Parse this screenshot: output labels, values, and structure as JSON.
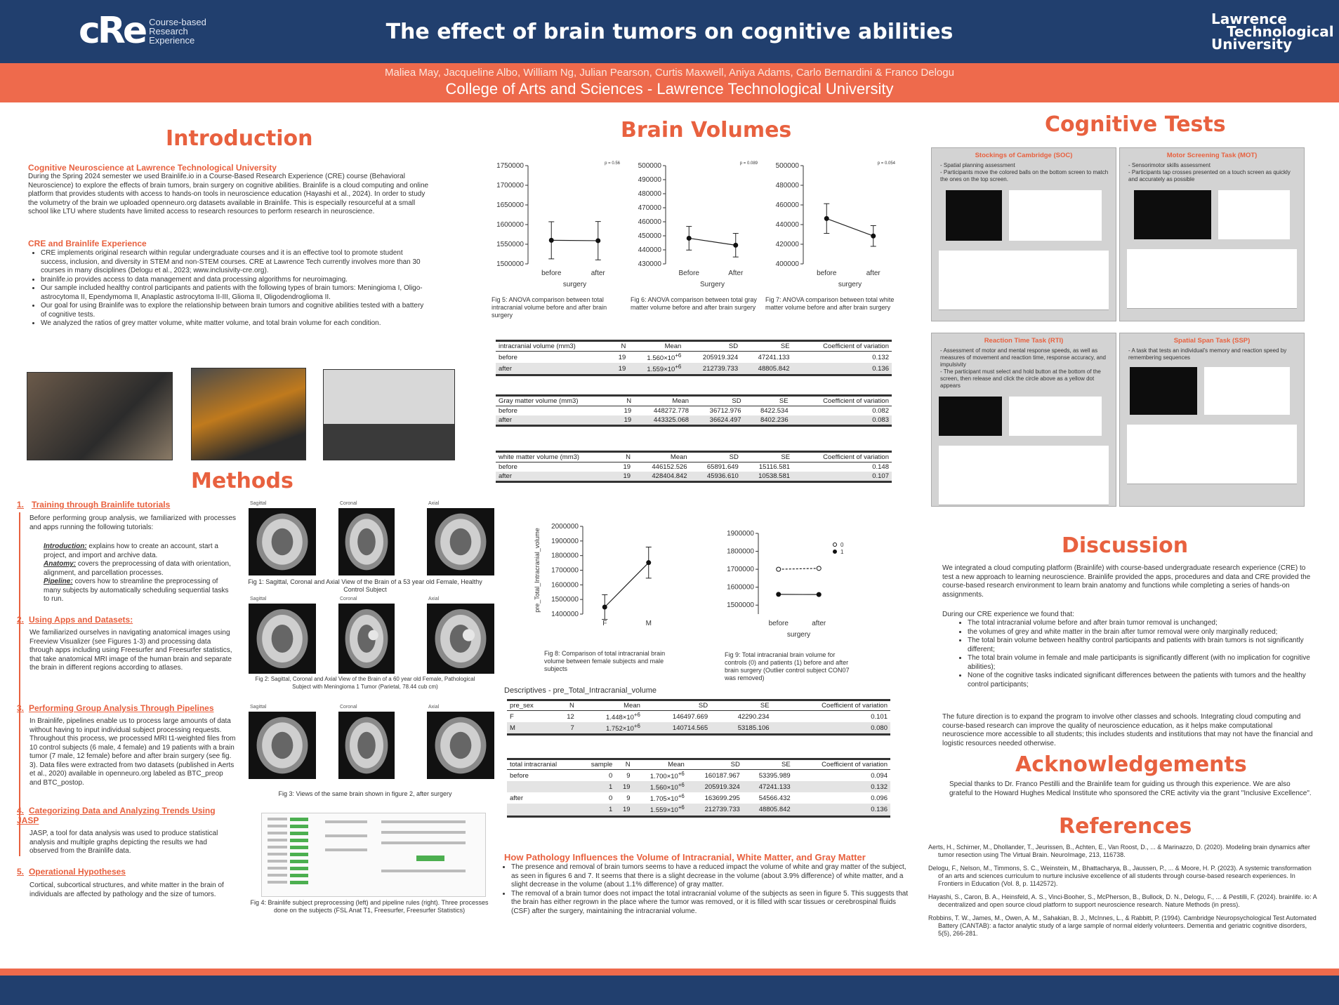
{
  "header": {
    "logo_text": "cRe",
    "logo_sub": [
      "Course-based",
      "Research",
      "Experience"
    ],
    "title": "The effect of brain tumors on cognitive abilities",
    "university_logo": [
      "Lawrence",
      "Technological",
      "University"
    ],
    "authors": "Maliea May, Jacqueline Albo, William Ng, Julian Pearson, Curtis Maxwell, Aniya Adams, Carlo Bernardini & Franco Delogu",
    "college": "College of Arts and Sciences - Lawrence Technological University"
  },
  "colors": {
    "navy": "#213f6e",
    "orange": "#ee6a4c",
    "heading": "#e8613f"
  },
  "introduction": {
    "title": "Introduction",
    "sub1": "Cognitive Neuroscience at Lawrence Technological University",
    "para1": "During the Spring 2024 semester we used Brainlife.io in a Course-Based Research Experience (CRE) course (Behavioral Neuroscience) to explore the effects of brain tumors, brain surgery on cognitive abilities. Brainlife is a cloud computing and online platform that provides students with access to hands-on tools in neuroscience education (Hayashi et al., 2024). In order to study the volumetry of the brain we uploaded openneuro.org datasets available in Brainlife. This is especially resourceful at a small school like LTU where students have limited access to research resources to perform research in neuroscience.",
    "sub2": "CRE and Brainlife Experience",
    "bullets": [
      "CRE implements original research within regular undergraduate courses and it is an effective tool to promote student success, inclusion, and diversity in STEM and non-STEM courses. CRE at Lawrence Tech currently involves more than 30 courses in many disciplines (Delogu et al., 2023; www.inclusivity-cre.org).",
      "brainlife.io provides access to data management and data processing algorithms for neuroimaging.",
      "Our sample included healthy control participants and patients with the following types of brain tumors: Meningioma I, Oligo-astrocytoma II, Ependymoma II, Anaplastic astrocytoma II-III, Glioma II, Oligodendroglioma II.",
      "Our goal for using Brainlife was to explore the relationship between brain tumors and cognitive abilities tested with a battery of cognitive tests.",
      "We analyzed the ratios of grey matter volume, white matter volume, and total brain volume for each condition."
    ]
  },
  "methods": {
    "title": "Methods",
    "steps": [
      {
        "n": "1.",
        "h": "Training through Brainlife tutorials"
      },
      {
        "n": "2.",
        "h": "Using Apps and Datasets:"
      },
      {
        "n": "3.",
        "h": "Performing Group Analysis Through Pipelines"
      },
      {
        "n": "4.",
        "h": "Categorizing Data and Analyzing Trends Using JASP"
      },
      {
        "n": "5.",
        "h": "Operational Hypotheses"
      }
    ],
    "step1_intro": "Before performing group analysis, we familiarized with processes and apps running the following tutorials:",
    "step1_items": [
      {
        "k": "Introduction:",
        "v": " explains how to create an account, start a project, and import and archive data."
      },
      {
        "k": "Anatomy:",
        "v": " covers the preprocessing of data with orientation, alignment, and parcellation processes."
      },
      {
        "k": "Pipeline:",
        "v": " covers how to streamline the preprocessing of many subjects by automatically scheduling sequential tasks to run."
      }
    ],
    "step2_text": "We familiarized ourselves in navigating anatomical images using Freeview Visualizer (see Figures 1-3) and processing data through apps including using Freesurfer and Freesurfer statistics, that take anatomical MRI image of the human brain and separate the brain in different regions according to atlases.",
    "step3_text": "In Brainlife, pipelines enable us to process large amounts of data without having to input individual subject processing requests. Throughout this process, we processed MRI t1-weighted files from 10 control subjects (6 male, 4 female) and 19 patients with a brain tumor (7 male, 12 female) before and after brain surgery (see fig. 3). Data files were extracted from two datasets (published in Aerts et al., 2020) available in openneuro.org labeled as BTC_preop and BTC_postop.",
    "step4_text": "JASP, a tool for data analysis was used to produce statistical analysis and multiple graphs depicting the results we had observed from the Brainlife data.",
    "step5_text": "Cortical, subcortical structures, and white matter in the brain of individuals are affected by pathology and the size of tumors.",
    "mri_labels": [
      "Sagittal",
      "Coronal",
      "Axial"
    ],
    "fig1": "Fig 1: Sagittal, Coronal and Axial View of the Brain of a 53 year old Female, Healthy Control Subject",
    "fig2": "Fig 2: Sagittal, Coronal and Axial View of the Brain of a 60 year old Female, Pathological Subject with Meningioma 1 Tumor (Parietal, 78.44 cub cm)",
    "fig3": "Fig 3: Views of the same brain shown in figure 2, after surgery",
    "fig4": "Fig 4: Brainlife subject preprocessing (left) and pipeline rules (right). Three processes done on the subjects (FSL Anat T1, Freesurfer, Freesurfer Statistics)"
  },
  "brain_volumes": {
    "title": "Brain Volumes",
    "fig5": "Fig 5: ANOVA comparison between total intracranial volume before and after brain surgery",
    "fig6": "Fig 6: ANOVA comparison between total gray matter volume before and after brain surgery",
    "fig7": "Fig 7: ANOVA comparison between total white matter volume before and after brain surgery",
    "fig8": "Fig 8: Comparison of total intracranial brain volume between female subjects and male subjects",
    "fig9": "Fig 9: Total intracranial brain volume for controls (0) and patients (1) before and after brain surgery (Outlier control subject CON07 was removed)",
    "tables": [
      {
        "header": [
          "intracranial volume (mm3)",
          "N",
          "Mean",
          "SD",
          "SE",
          "Coefficient of variation"
        ],
        "rows": [
          [
            "before",
            "19",
            "1.560×10",
            "+6",
            "205919.324",
            "47241.133",
            "0.132"
          ],
          [
            "after",
            "19",
            "1.559×10",
            "+6",
            "212739.733",
            "48805.842",
            "0.136"
          ]
        ]
      },
      {
        "header": [
          "Gray matter volume (mm3)",
          "N",
          "Mean",
          "SD",
          "SE",
          "Coefficient of variation"
        ],
        "rows": [
          [
            "before",
            "19",
            "448272.778",
            "",
            "36712.976",
            "8422.534",
            "0.082"
          ],
          [
            "after",
            "19",
            "443325.068",
            "",
            "36624.497",
            "8402.236",
            "0.083"
          ]
        ]
      },
      {
        "header": [
          "white matter volume (mm3)",
          "N",
          "Mean",
          "SD",
          "SE",
          "Coefficient of variation"
        ],
        "rows": [
          [
            "before",
            "19",
            "446152.526",
            "",
            "65891.649",
            "15116.581",
            "0.148"
          ],
          [
            "after",
            "19",
            "428404.842",
            "",
            "45936.610",
            "10538.581",
            "0.107"
          ]
        ]
      }
    ],
    "desc_title": "Descriptives - pre_Total_Intracranial_volume",
    "desc_header": [
      "pre_sex",
      "N",
      "Mean",
      "SD",
      "SE",
      "Coefficient of variation"
    ],
    "desc_rows": [
      [
        "F",
        "12",
        "1.448×10",
        "+6",
        "146497.669",
        "42290.234",
        "0.101"
      ],
      [
        "M",
        "7",
        "1.752×10",
        "+6",
        "140714.565",
        "53185.106",
        "0.080"
      ]
    ],
    "total_header": [
      "total intracranial",
      "sample",
      "N",
      "Mean",
      "SD",
      "SE",
      "Coefficient of variation"
    ],
    "total_rows": [
      [
        "before",
        "0",
        "9",
        "1.700×10",
        "+6",
        "160187.967",
        "53395.989",
        "0.094"
      ],
      [
        "",
        "1",
        "19",
        "1.560×10",
        "+6",
        "205919.324",
        "47241.133",
        "0.132"
      ],
      [
        "after",
        "0",
        "9",
        "1.705×10",
        "+6",
        "163699.295",
        "54566.432",
        "0.096"
      ],
      [
        "",
        "1",
        "19",
        "1.559×10",
        "+6",
        "212739.733",
        "48805.842",
        "0.136"
      ]
    ],
    "pathology_title": "How Pathology Influences the Volume of Intracranial, White Matter, and Gray Matter",
    "pathology_bullets": [
      "The presence and removal of brain tumors seems to have a reduced impact the volume of white and gray matter of the subject, as seen in figures 6 and 7. It seems that there is a slight decrease in the volume (about 3.9% difference) of white matter, and a slight decrease in the volume (about 1.1% difference) of gray matter.",
      "The removal of a brain tumor does not impact the total intracranial volume of the subjects as seen in figure 5. This suggests that the brain has either regrown in the place where the tumor was removed, or it is filled with scar tissues or cerebrospinal fluids (CSF) after the surgery, maintaining the intracranial volume."
    ]
  },
  "chart_data": [
    {
      "type": "line",
      "id": "fig5",
      "title": "",
      "x": [
        "before",
        "after"
      ],
      "values": [
        1560000,
        1559000
      ],
      "err": [
        47241,
        48806
      ],
      "ylim": [
        1500000,
        1750000
      ],
      "yticks": [
        "1750000",
        "1700000",
        "1650000",
        "1600000",
        "1550000",
        "1500000"
      ],
      "xlabel": "surgery",
      "annotation": "p = 0.56"
    },
    {
      "type": "line",
      "id": "fig6",
      "title": "",
      "x": [
        "Before",
        "After"
      ],
      "values": [
        448273,
        443325
      ],
      "err": [
        8423,
        8402
      ],
      "ylim": [
        430000,
        500000
      ],
      "yticks": [
        "500000",
        "490000",
        "480000",
        "470000",
        "460000",
        "450000",
        "440000",
        "430000"
      ],
      "xlabel": "Surgery",
      "annotation": "p = 0.089"
    },
    {
      "type": "line",
      "id": "fig7",
      "title": "",
      "x": [
        "before",
        "after"
      ],
      "values": [
        446153,
        428405
      ],
      "err": [
        15117,
        10539
      ],
      "ylim": [
        400000,
        500000
      ],
      "yticks": [
        "500000",
        "480000",
        "460000",
        "440000",
        "420000",
        "400000"
      ],
      "xlabel": "surgery",
      "annotation": "p = 0.054"
    },
    {
      "type": "line",
      "id": "fig8",
      "title": "",
      "x": [
        "F",
        "M"
      ],
      "values": [
        1448000,
        1752000
      ],
      "err": [
        84580,
        106370
      ],
      "ylim": [
        1400000,
        2000000
      ],
      "yticks": [
        "2000000",
        "1900000",
        "1800000",
        "1700000",
        "1600000",
        "1500000",
        "1400000"
      ],
      "ylabel": "pre_Total_Intracranial_volume"
    },
    {
      "type": "line",
      "id": "fig9",
      "title": "",
      "x": [
        "before",
        "after"
      ],
      "series": [
        {
          "name": "0",
          "values": [
            1700000,
            1705000
          ]
        },
        {
          "name": "1",
          "values": [
            1560000,
            1559000
          ]
        }
      ],
      "ylim": [
        1450000,
        1900000
      ],
      "yticks": [
        "1900000",
        "1800000",
        "1700000",
        "1600000",
        "1500000"
      ],
      "xlabel": "surgery"
    }
  ],
  "cognitive_tests": {
    "title": "Cognitive Tests",
    "cards": [
      {
        "h": "Stockings of Cambridge (SOC)",
        "d": [
          "Spatial planning assessment",
          "Participants move the colored balls on the bottom screen to match the ones on the top screen."
        ]
      },
      {
        "h": "Motor Screening Task (MOT)",
        "d": [
          "Sensorimotor skills assessment",
          "Participants tap crosses presented on a touch screen as quickly and accurately as possible"
        ]
      },
      {
        "h": "Reaction Time Task (RTI)",
        "d": [
          "Assessment of motor and mental response speeds, as well as measures of movement and reaction time, response accuracy, and impulsivity",
          "The participant must select and hold button at the bottom of the screen, then release and click the circle above as a yellow dot appears"
        ]
      },
      {
        "h": "Spatial Span Task (SSP)",
        "d": [
          "A task that tests an individual's memory and reaction speed by remembering sequences"
        ]
      }
    ]
  },
  "discussion": {
    "title": "Discussion",
    "p1": "We integrated a cloud computing platform (Brainlife) with course-based undergraduate research experience (CRE) to test a new approach to learning neuroscience. Brainlife provided the apps, procedures and data and CRE provided the course-based research environment to learn brain anatomy and functions while completing a series of hands-on assignments.",
    "p2": "During our CRE experience we found that:",
    "bullets": [
      "The total intracranial volume before and after brain tumor removal is unchanged;",
      "the volumes of grey and white matter in the brain after tumor removal were only marginally reduced;",
      "The total brain volume between healthy control participants and patients with brain tumors is not significantly different;",
      "The total brain volume in female and male participants is significantly different (with no implication for cognitive abilities);",
      "None of the cognitive tasks indicated significant differences between the patients with tumors and the healthy control participants;"
    ],
    "p3": "The future direction is to expand the program to involve other classes and schools. Integrating cloud computing and course-based research can improve the quality of neuroscience education, as it helps make computational neuroscience more accessible to all students; this includes students and institutions that may not have the financial and logistic resources needed otherwise."
  },
  "acknowledgements": {
    "title": "Acknowledgements",
    "text": "Special thanks to Dr. Franco Pestilli and the Brainlife team for guiding us through this experience. We are also grateful to the Howard Hughes Medical Institute who sponsored the CRE activity via the grant \"Inclusive Excellence\"."
  },
  "references": {
    "title": "References",
    "items": [
      "Aerts, H., Schirner, M., Dhollander, T., Jeurissen, B., Achten, E., Van Roost, D., ... & Marinazzo, D. (2020). Modeling brain dynamics after tumor resection using The Virtual Brain. NeuroImage, 213, 116738.",
      "Delogu, F., Nelson, M., Timmons, S. C., Weinstein, M., Bhattacharya, B., Jaussen, P., ... & Moore, H. P. (2023). A systemic transformation of an arts and sciences curriculum to nurture inclusive excellence of all students through course-based research experiences. In Frontiers in Education (Vol. 8, p. 1142572).",
      "Hayashi, S., Caron, B. A., Heinsfeld, A. S., Vinci-Booher, S., McPherson, B., Bullock, D. N., Delogu, F., ... & Pestilli, F. (2024). brainlife. io: A decentralized and open source cloud platform to support neuroscience research. Nature Methods (in press).",
      "Robbins, T. W., James, M., Owen, A. M., Sahakian, B. J., McInnes, L., & Rabbitt, P. (1994). Cambridge Neuropsychological Test Automated Battery (CANTAB): a factor analytic study of a large sample of normal elderly volunteers. Dementia and geriatric cognitive disorders, 5(5), 266-281."
    ]
  }
}
